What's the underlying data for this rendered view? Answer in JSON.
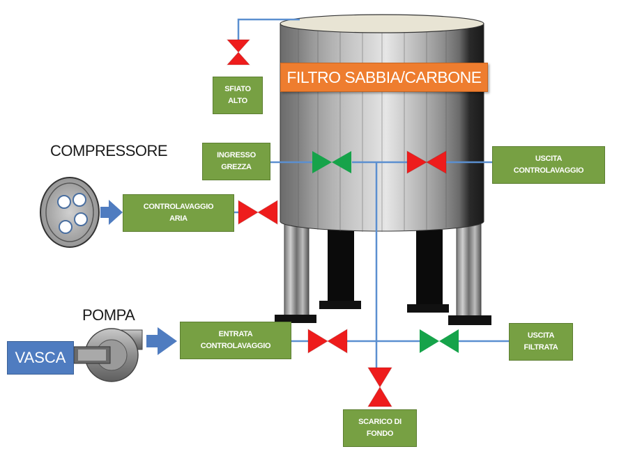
{
  "title": "FILTRO SABBIA/CARBONE",
  "equipment": {
    "compressor": "COMPRESSORE",
    "pump": "POMPA",
    "tank": "VASCA"
  },
  "labels": {
    "sfiato_alto": [
      "SFIATO",
      "ALTO"
    ],
    "ingresso_grezza": [
      "INGRESSO",
      "GREZZA"
    ],
    "uscita_controlavaggio": [
      "USCITA",
      "CONTROLAVAGGIO"
    ],
    "controlavaggio_aria": [
      "CONTROLAVAGGIO",
      "ARIA"
    ],
    "entrata_controlavaggio": [
      "ENTRATA",
      "CONTROLAVAGGIO"
    ],
    "uscita_filtrata": [
      "USCITA",
      "FILTRATA"
    ],
    "scarico_di_fondo": [
      "SCARICO DI",
      "FONDO"
    ]
  },
  "valves": {
    "sfiato_alto": "red",
    "ingresso_grezza": "green",
    "uscita_controlavaggio": "red",
    "controlavaggio_aria": "red",
    "entrata_controlavaggio": "red",
    "uscita_filtrata": "green",
    "scarico_di_fondo": "red"
  },
  "colors": {
    "valve_red": "#ee1c1c",
    "valve_green": "#16a34a",
    "pipe": "#5b8fd0",
    "label_green": "#77a043",
    "title_orange": "#ee7d2f",
    "tank_blue": "#4f7cc0"
  }
}
